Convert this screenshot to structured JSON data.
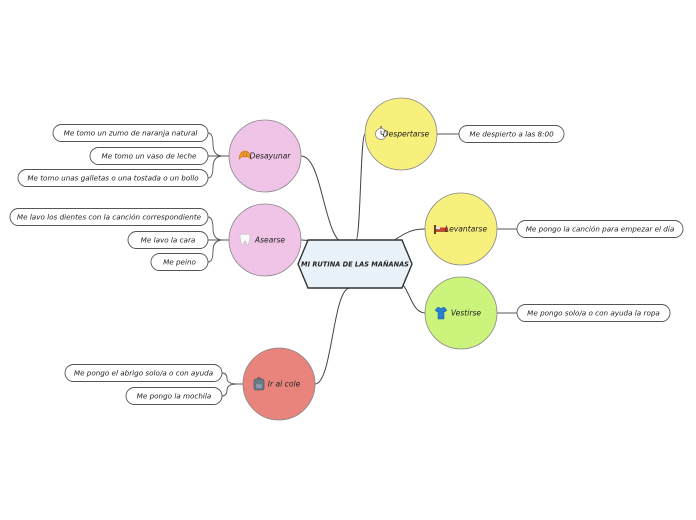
{
  "center": {
    "label": "MI RUTINA DE LAS  MAÑANAS",
    "color": "#e8f2f8"
  },
  "topics": [
    {
      "id": "desayunar",
      "label": "Desayunar",
      "color": "#f0c4e6",
      "icon": "croissant-icon",
      "leaves": [
        "Me tomo un zumo de naranja natural",
        "Me tomo un vaso de leche",
        "Me tomo unas galletas o una tostada o un bollo"
      ]
    },
    {
      "id": "asearse",
      "label": "Asearse",
      "color": "#f0c4e6",
      "icon": "tooth-icon",
      "leaves": [
        "Me lavo los dientes con la canción correspondiente",
        "Me lavo la cara",
        "Me peino"
      ]
    },
    {
      "id": "ir-al-cole",
      "label": "Ir al cole",
      "color": "#e8847c",
      "icon": "backpack-icon",
      "leaves": [
        "Me pongo el abrigo solo/a o con ayuda",
        "Me pongo la mochila"
      ]
    },
    {
      "id": "despertarse",
      "label": "Despertarse",
      "color": "#f8f07c",
      "icon": "clock-icon",
      "leaves": [
        "Me despierto a las  8:00"
      ]
    },
    {
      "id": "levantarse",
      "label": "Levantarse",
      "color": "#f8f07c",
      "icon": "bed-icon",
      "leaves": [
        "Me pongo la canción para empezar el día"
      ]
    },
    {
      "id": "vestirse",
      "label": "Vestirse",
      "color": "#ccf47c",
      "icon": "shirt-icon",
      "leaves": [
        "Me pongo solo/a o con ayuda la ropa"
      ]
    }
  ]
}
